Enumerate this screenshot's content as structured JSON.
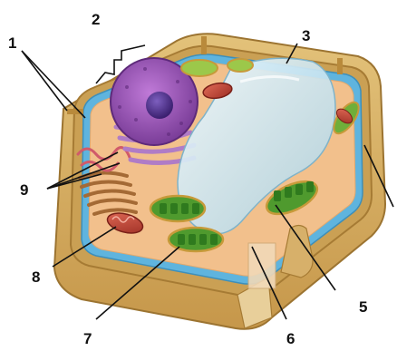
{
  "colors": {
    "wall": "#d9b261",
    "wall_dark": "#b98a3b",
    "cytoplasm": "#f2c08c",
    "membrane_blue": "#5fb4de",
    "nucleus": "#9b55b8",
    "nucleolus": "#4b2a86",
    "vacuole": "#d6ebf3",
    "chloroplast": "#6fae3a",
    "mitochondrion": "#c9483a",
    "er": "#b07cc6",
    "golgi": "#b0753f",
    "leader": "#111111"
  },
  "labels": {
    "l1": "1",
    "l2": "2",
    "l3": "3",
    "l5": "5",
    "l6": "6",
    "l7": "7",
    "l8": "8",
    "l9": "9"
  },
  "structures": [
    {
      "id": "cell-wall",
      "icon": "cell-wall"
    },
    {
      "id": "nucleus",
      "icon": "nucleus"
    },
    {
      "id": "central-vacuole",
      "icon": "vacuole"
    },
    {
      "id": "chloroplast",
      "icon": "chloroplast"
    },
    {
      "id": "mitochondrion",
      "icon": "mitochondrion"
    },
    {
      "id": "golgi",
      "icon": "golgi-apparatus"
    },
    {
      "id": "endoplasmic-reticulum",
      "icon": "er"
    }
  ]
}
